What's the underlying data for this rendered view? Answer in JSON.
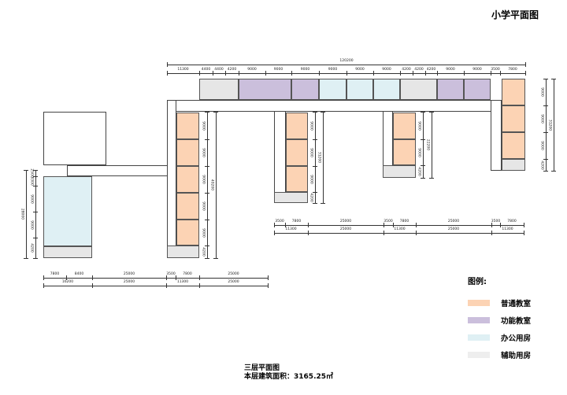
{
  "title": "小学平面图",
  "legend": {
    "heading": "图例:",
    "items": [
      {
        "label": "普通教室",
        "color": "#fcd3b4"
      },
      {
        "label": "功能教室",
        "color": "#cbbfdc"
      },
      {
        "label": "办公用房",
        "color": "#dff0f4"
      },
      {
        "label": "辅助用房",
        "color": "#e6e6e6"
      }
    ]
  },
  "caption": {
    "floor": "三层平面图",
    "area_label": "本层建筑面积：",
    "area_value": "3165.25㎡"
  },
  "dimensions": {
    "top_total": "120200",
    "top": [
      "11300",
      "4400",
      "4400",
      "4200",
      "9000",
      "9000",
      "9000",
      "9000",
      "9000",
      "9000",
      "4200",
      "4200",
      "4200",
      "9000",
      "9000",
      "3500",
      "7800"
    ],
    "mid_row1": [
      "3500",
      "7800",
      "25000",
      "3500",
      "7800",
      "25000",
      "3500",
      "7800"
    ],
    "mid_row2": [
      "11300",
      "25000",
      "11300",
      "25000",
      "11300"
    ],
    "left_row1": [
      "7800",
      "8400",
      "25000",
      "3500",
      "7800",
      "25000"
    ],
    "left_row2": [
      "16200",
      "25000",
      "11300",
      "25000"
    ],
    "left_block_v": [
      "2500",
      "3300",
      "9000",
      "9000",
      "4200"
    ],
    "left_block_total": "28000",
    "left_wing_v": [
      "9000",
      "9000",
      "9000",
      "9000",
      "9000",
      "4200"
    ],
    "left_wing_total": "49200",
    "mid_wing1_v": [
      "9000",
      "9000",
      "9000",
      "4200"
    ],
    "mid_wing1_total": "31200",
    "mid_wing2_v": [
      "9000",
      "9000",
      "4200"
    ],
    "mid_wing2_total": "22200",
    "right_wing_v": [
      "9000",
      "9000",
      "9000",
      "4200"
    ],
    "right_wing_total": "31200"
  }
}
